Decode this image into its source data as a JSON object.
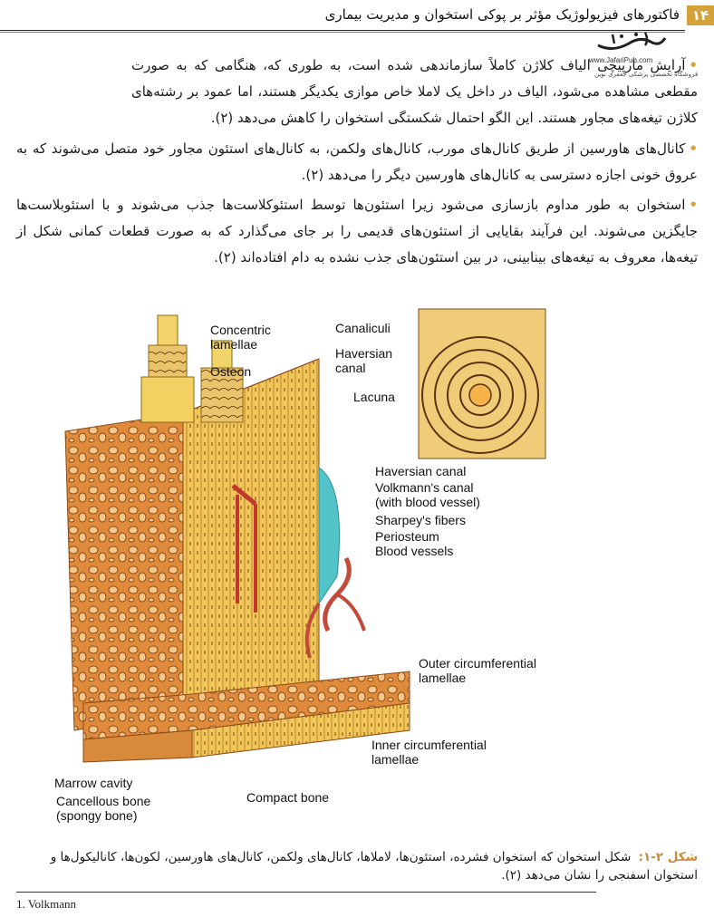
{
  "header": {
    "title": "فاکتورهای فیزیولوژیک مؤثر بر پوکی استخوان و مدیریت بیماری",
    "page_number": "۱۴"
  },
  "logo": {
    "url": "www.JafariPub.com",
    "subtitle": "فروشگاه تخصصی پزشکی جعفری نوین",
    "accent": "#d4a23a"
  },
  "paragraphs": [
    "آرایش مارپیچی الیاف کلاژن کاملاً سازماندهی شده است، به طوری که، هنگامی که به صورت مقطعی مشاهده می‌شود، الیاف در داخل یک لاملا خاص موازی یکدیگر هستند، اما عمود بر رشته‌های کلاژن تیغه‌های مجاور هستند. این الگو احتمال شکستگی استخوان را کاهش می‌دهد (۲).",
    "کانال‌های هاورسین از طریق کانال‌های مورب، کانال‌های ولکمن، به کانال‌های استئون مجاور خود متصل می‌شوند که به عروق خونی اجازه دسترسی به کانال‌های هاورسین دیگر را می‌دهد (۲).",
    "استخوان به طور مداوم بازسازی می‌شود زیرا استئون‌ها توسط استئوکلاست‌ها جذب می‌شوند و با استئوبلاست‌ها جایگزین می‌شوند. این فرآیند بقایایی از استئون‌های قدیمی را بر جای می‌گذارد که به صورت قطعات کمانی شکل از تیغه‌ها، معروف به تیغه‌های بینابینی، در بین استئون‌های جذب نشده به دام افتاده‌اند (۲)."
  ],
  "figure": {
    "labels": {
      "concentric": "Concentric\nlamellae",
      "osteon": "Osteon",
      "canaliculi": "Canaliculi",
      "haversian_inset": "Haversian\ncanal",
      "lacuna": "Lacuna",
      "haversian_canal": "Haversian canal",
      "volkmann": "Volkmann's canal\n(with blood vessel)",
      "sharpey": "Sharpey's fibers",
      "periosteum": "Periosteum",
      "blood_vessels": "Blood vessels",
      "outer_circ": "Outer circumferential\nlamellae",
      "inner_circ": "Inner circumferential\nlamellae",
      "marrow": "Marrow cavity",
      "cancellous": "Cancellous bone\n(spongy bone)",
      "compact": "Compact bone"
    }
  },
  "caption": {
    "label": "شکل ۲-۱:",
    "text": "شکل استخوان که استخوان فشرده، استئون‌ها، لاملاها، کانال‌های ولکمن، کانال‌های هاورسین، لکون‌ها، کانالیکول‌ها و استخوان اسفنجی را نشان می‌دهد (۲)."
  },
  "footnote": "1.  Volkmann"
}
